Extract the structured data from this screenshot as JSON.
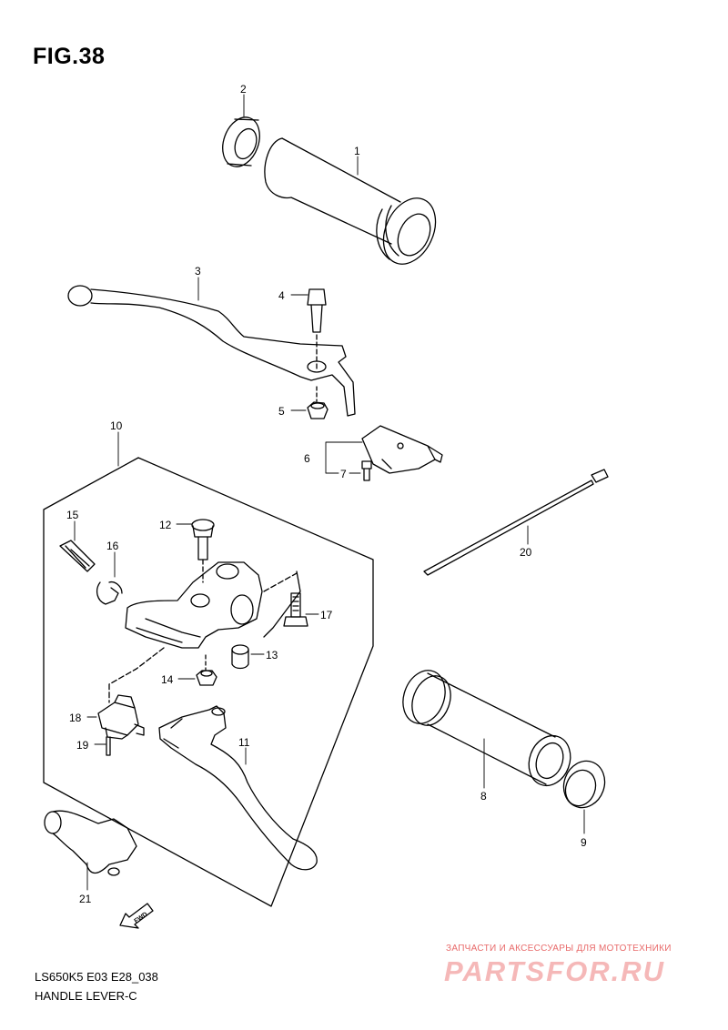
{
  "figure": {
    "title": "FIG.38"
  },
  "callouts": [
    "1",
    "2",
    "3",
    "4",
    "5",
    "6",
    "7",
    "8",
    "9",
    "10",
    "11",
    "12",
    "13",
    "14",
    "15",
    "16",
    "17",
    "18",
    "19",
    "20",
    "21"
  ],
  "fwd_label": "FWD",
  "footer": {
    "model_code": "LS650K5 E03 E28_038",
    "section_name": "HANDLE LEVER-C"
  },
  "watermark": {
    "tagline": "ЗАПЧАСТИ И АКСЕССУАРЫ ДЛЯ МОТОТЕХНИКИ",
    "logo": "PARTSFOR.RU"
  }
}
